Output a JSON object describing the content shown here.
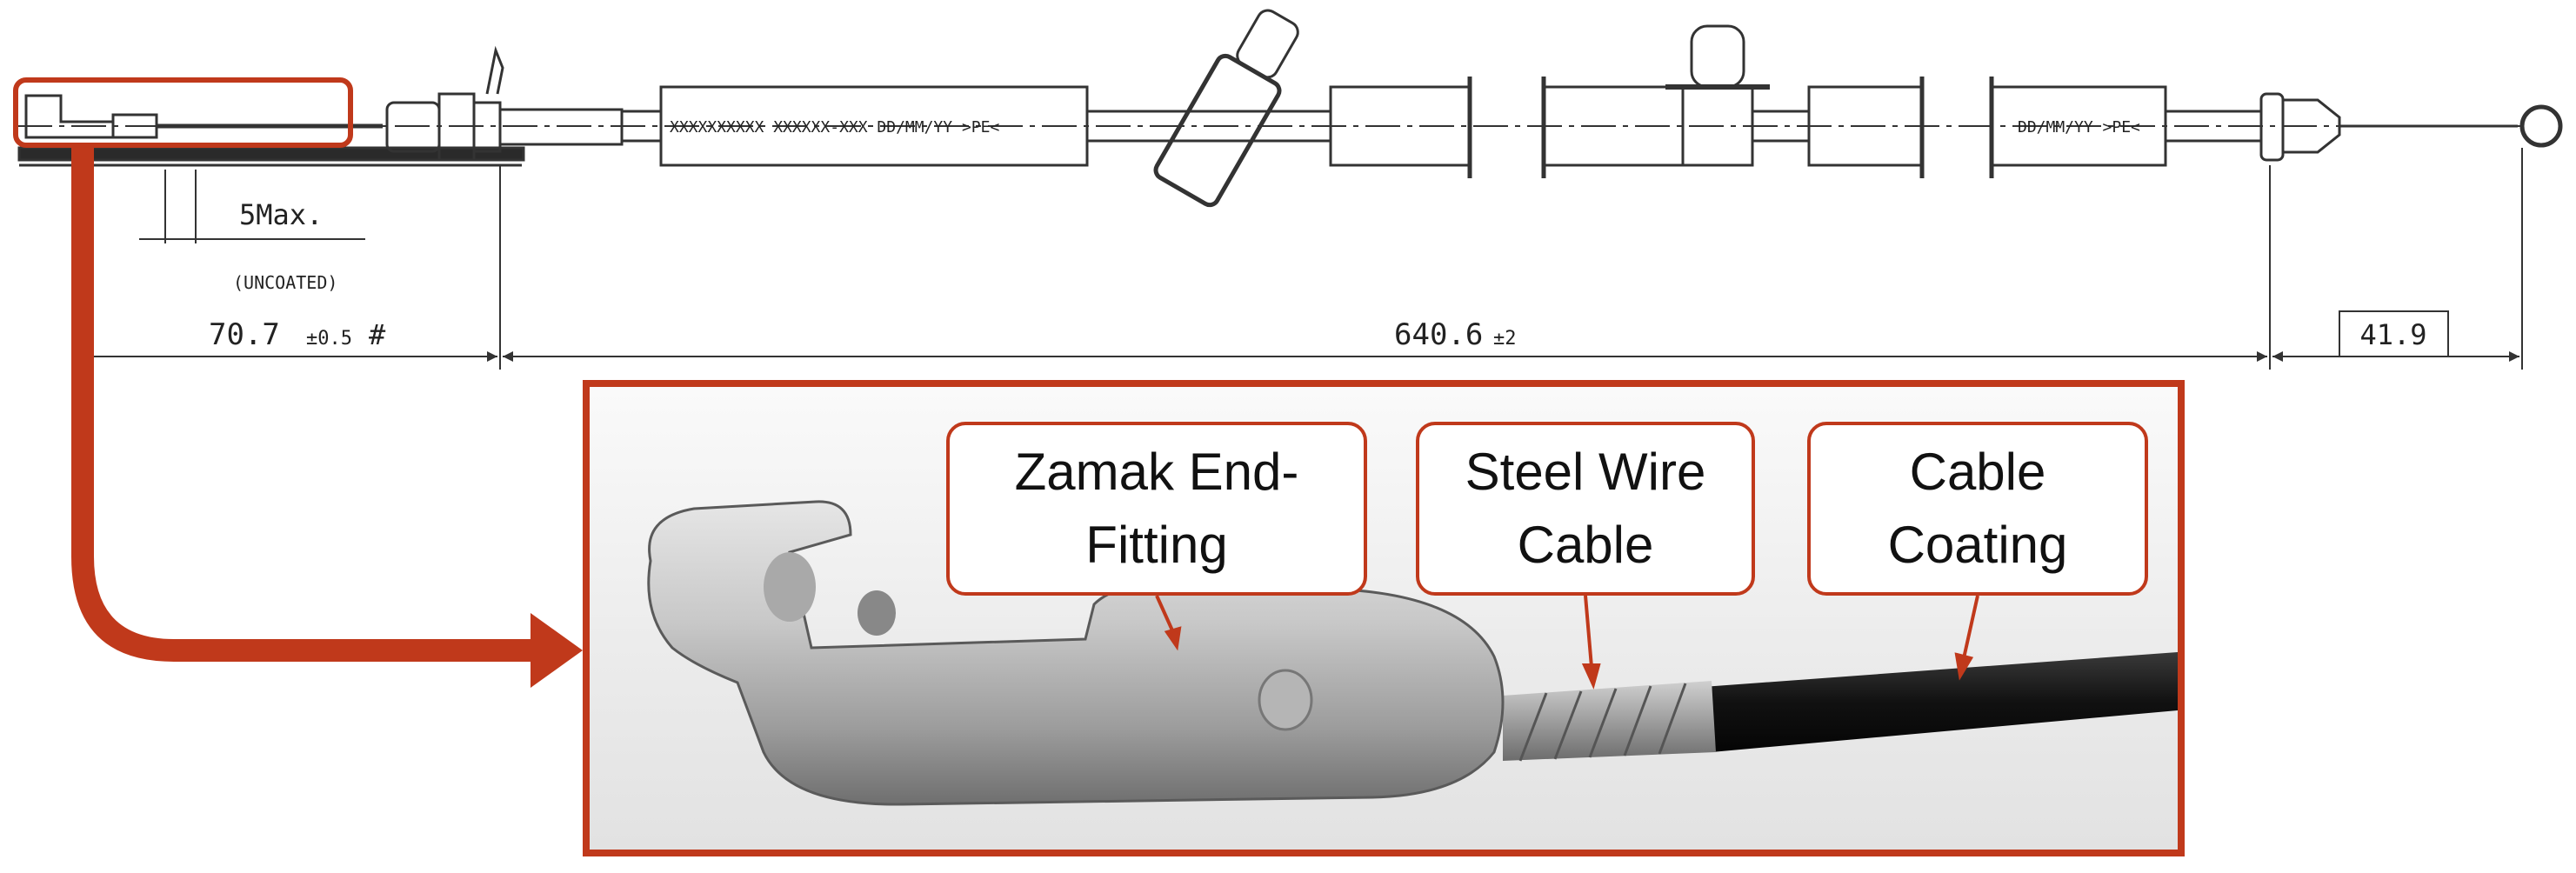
{
  "drawing": {
    "marking_left": "XXXXXXXXXX   XXXXXX-XXX   DD/MM/YY  >PE<",
    "marking_right": "DD/MM/YY  >PE<",
    "dim_5max": "5Max.",
    "uncoated_note": "(UNCOATED)",
    "dim_70_7": "70.7",
    "dim_70_7_tol": "±0.5",
    "dim_70_7_mark": "#",
    "dim_640_6": "640.6",
    "dim_640_6_tol": "±2",
    "dim_41_9": "41.9"
  },
  "photo": {
    "callout_zamak": [
      "Zamak End-",
      "Fitting"
    ],
    "callout_steel": [
      "Steel Wire",
      "Cable"
    ],
    "callout_coating": [
      "Cable",
      "Coating"
    ]
  },
  "colors": {
    "accent": "#c0391b",
    "line": "#333333"
  }
}
